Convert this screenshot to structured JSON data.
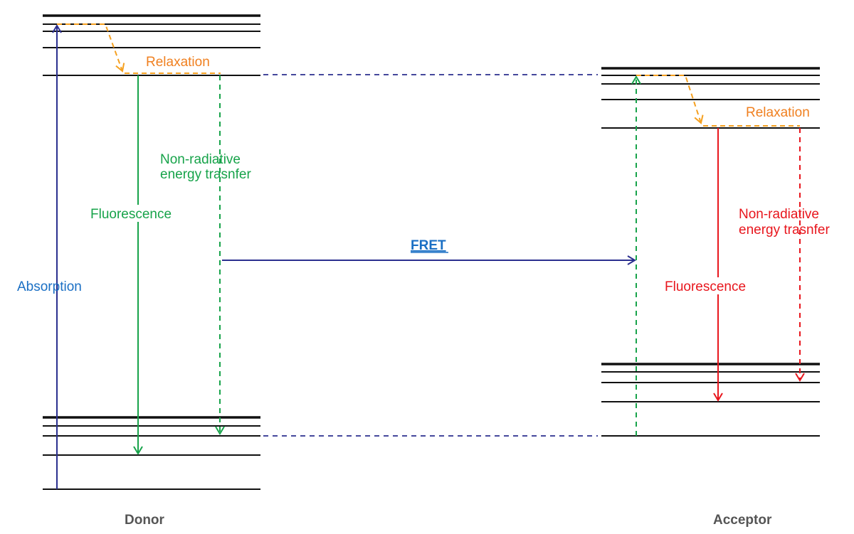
{
  "colors": {
    "level": "#111111",
    "absorption": "#2b2f8f",
    "absorption_text": "#1a6fc4",
    "donor_emission": "#17a34a",
    "relaxation": "#f5a020",
    "relaxation_text": "#f08020",
    "acceptor_emission": "#e8161d",
    "fret": "#2b2f8f",
    "fret_text": "#1a6fc4",
    "title": "#555555"
  },
  "donor": {
    "title": "Donor",
    "absorption_label": "Absorption",
    "relaxation_label": "Relaxation",
    "fluorescence_label": "Fluorescence",
    "nonradiative_label_line1": "Non-radiative",
    "nonradiative_label_line2": "energy trasnfer"
  },
  "acceptor": {
    "title": "Acceptor",
    "relaxation_label": "Relaxation",
    "fluorescence_label": "Fluorescence",
    "nonradiative_label_line1": "Non-radiative",
    "nonradiative_label_line2": "energy trasnfer"
  },
  "fret": {
    "label": "FRET"
  }
}
